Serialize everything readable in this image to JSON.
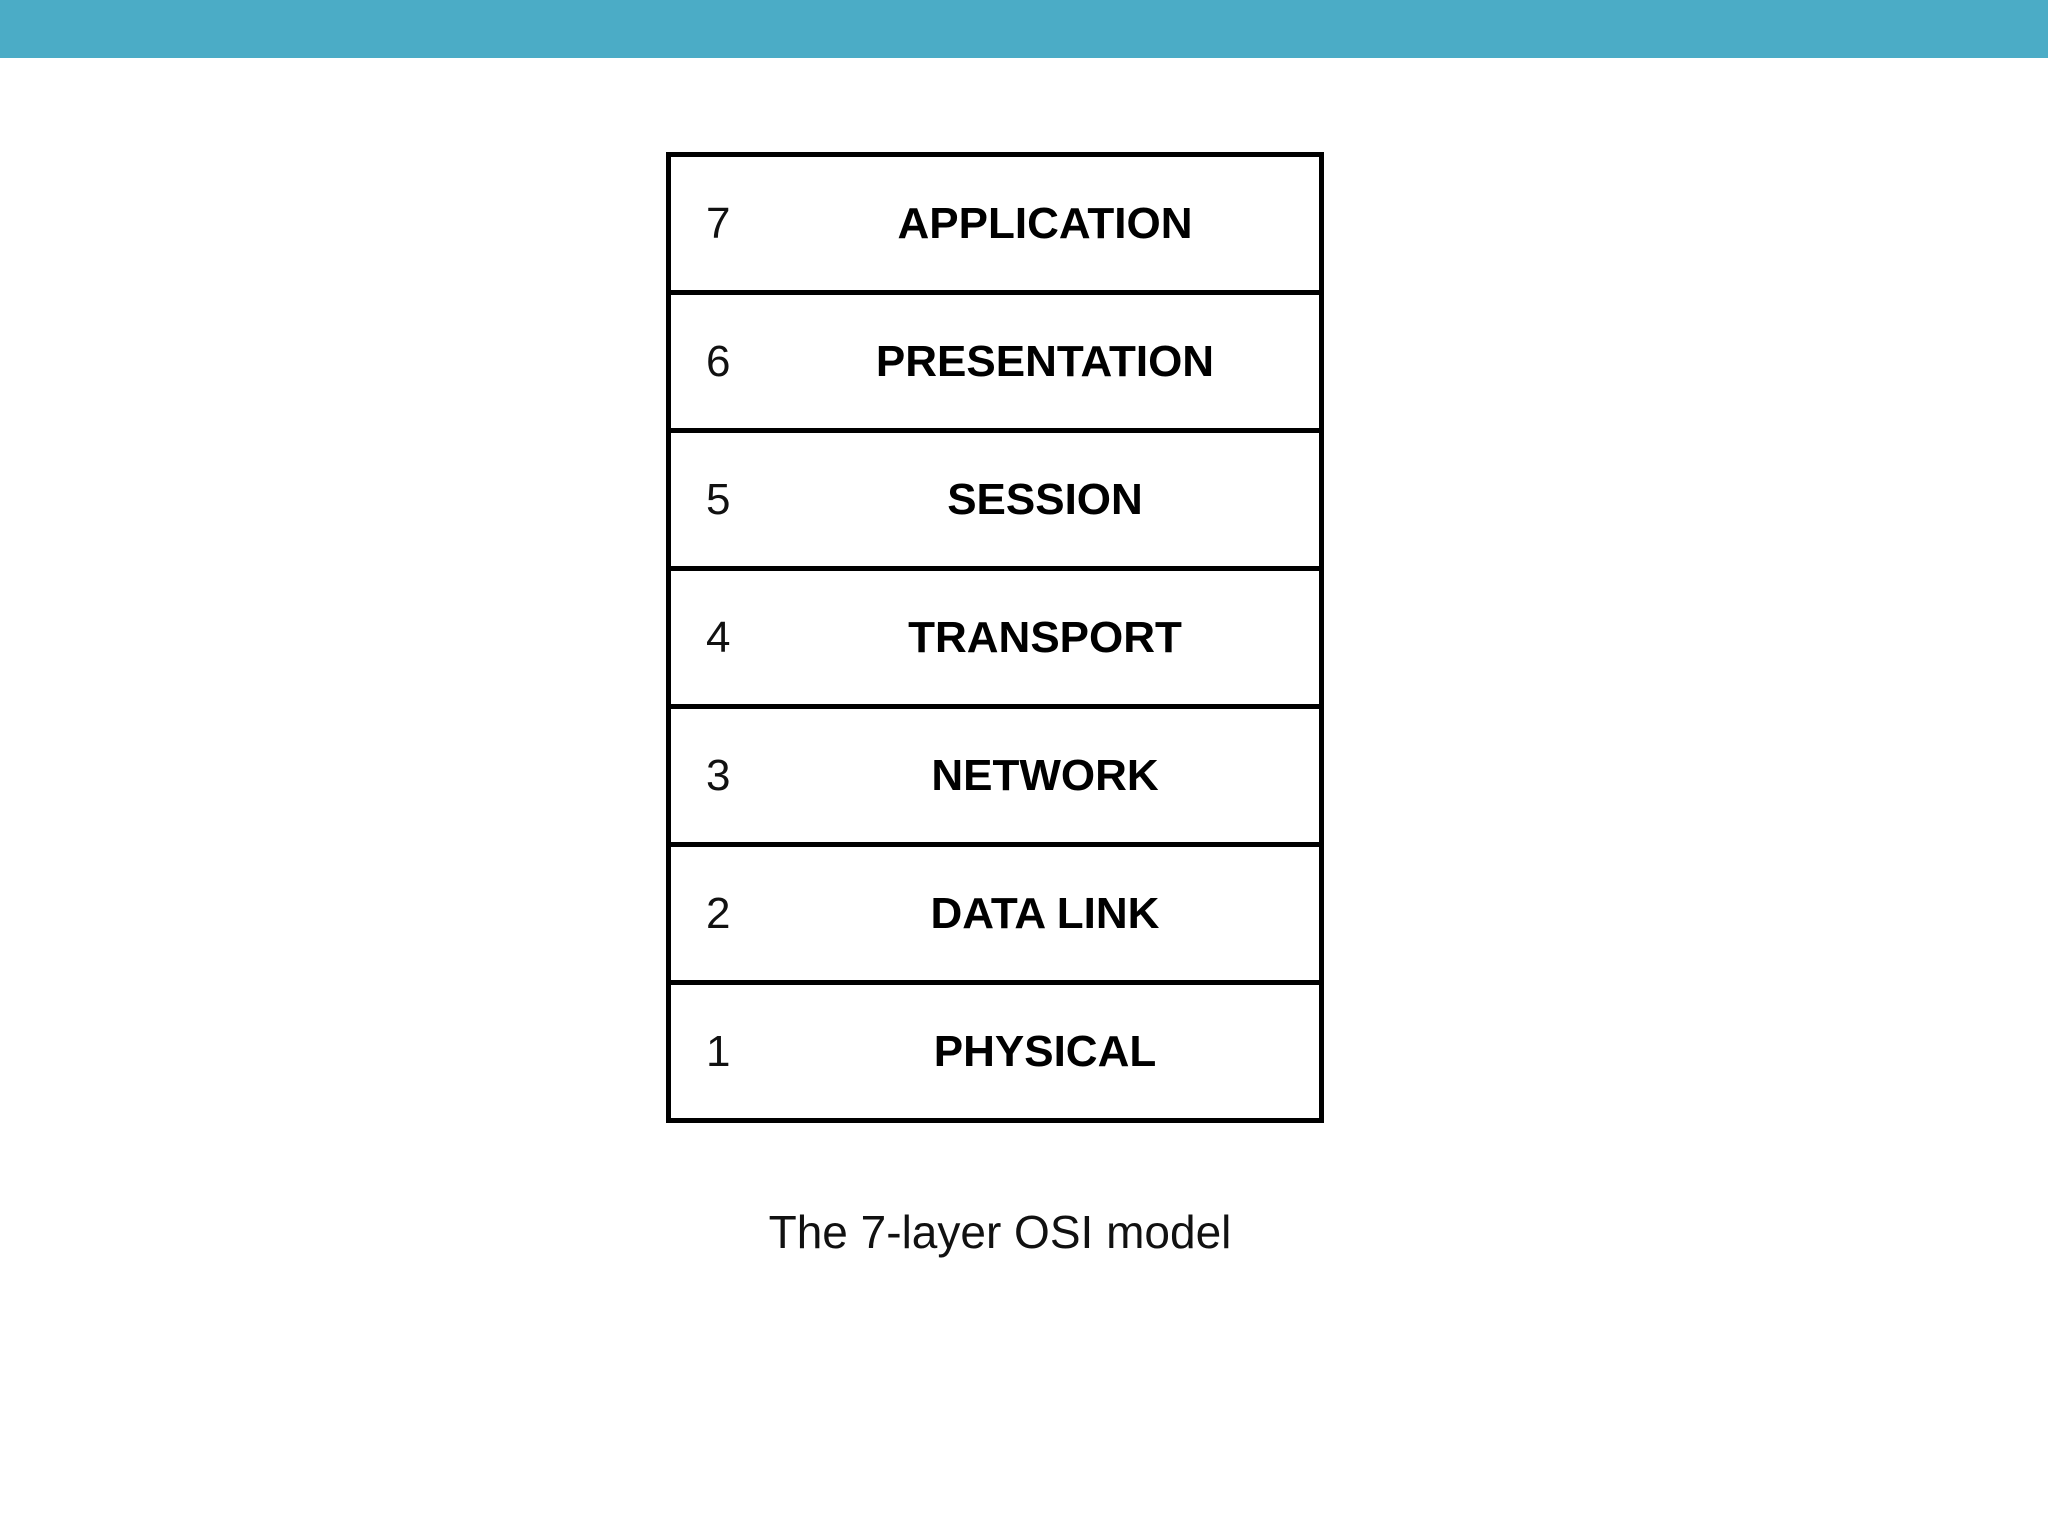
{
  "header": {
    "bar_color": "#4bacc6"
  },
  "diagram": {
    "layers": [
      {
        "number": "7",
        "name": "APPLICATION"
      },
      {
        "number": "6",
        "name": "PRESENTATION"
      },
      {
        "number": "5",
        "name": "SESSION"
      },
      {
        "number": "4",
        "name": "TRANSPORT"
      },
      {
        "number": "3",
        "name": "NETWORK"
      },
      {
        "number": "2",
        "name": "DATA LINK"
      },
      {
        "number": "1",
        "name": "PHYSICAL"
      }
    ],
    "caption": "The 7-layer OSI model"
  }
}
